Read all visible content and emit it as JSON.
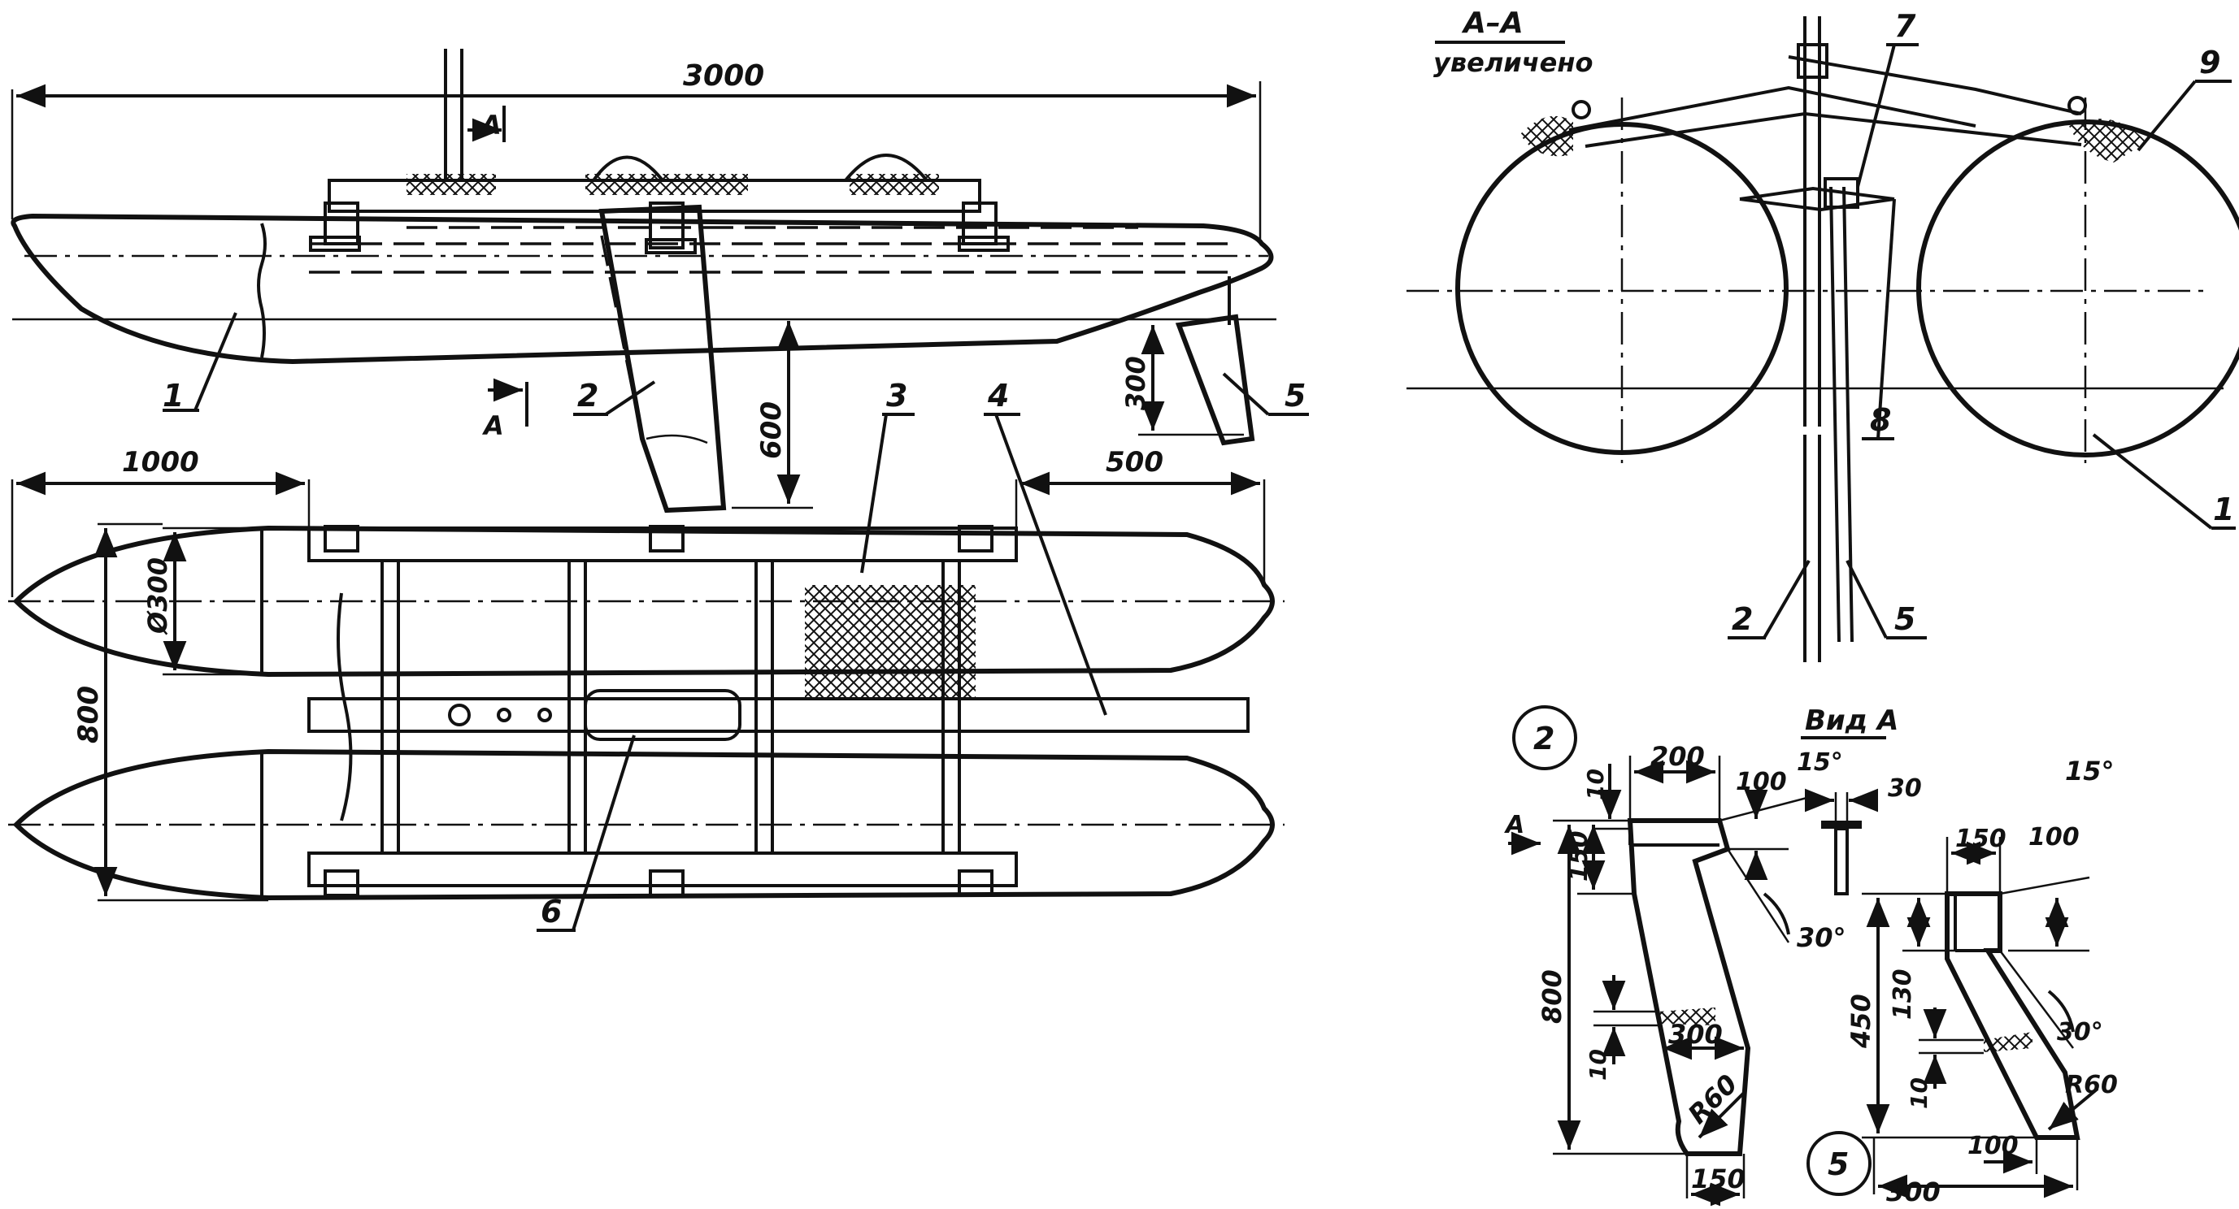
{
  "section_title": "А–А",
  "section_subtitle": "увеличено",
  "detail_title": "Вид А",
  "arrow_label": "А",
  "callouts": {
    "c1": "1",
    "c2": "2",
    "c3": "3",
    "c4": "4",
    "c5": "5",
    "c6": "6",
    "c7": "7",
    "c8": "8",
    "c9": "9"
  },
  "dimensions": {
    "overall_length": "3000",
    "draft": "600",
    "rudder_depth": "300",
    "bow_offset": "1000",
    "stern_offset": "500",
    "float_diameter": "Ø300",
    "overall_width": "800",
    "cb_width_top": "200",
    "cb_thickness_top": "10",
    "cb_head_height": "150",
    "cb_total_height": "800",
    "cb_mid_width": "300",
    "cb_thickness_mid": "10",
    "cb_radius": "R60",
    "cb_bottom_width": "150",
    "cb_head_depth": "100",
    "cb_angle_top": "15°",
    "cb_angle_side": "30°",
    "section_width": "30",
    "rd_width_top": "150",
    "rd_angle_top": "15°",
    "rd_head_depth": "100",
    "rd_head_height": "130",
    "rd_total_height": "450",
    "rd_angle_side": "30°",
    "rd_thickness": "10",
    "rd_radius": "R60",
    "rd_bottom_offset": "100",
    "rd_bottom_width": "300"
  }
}
